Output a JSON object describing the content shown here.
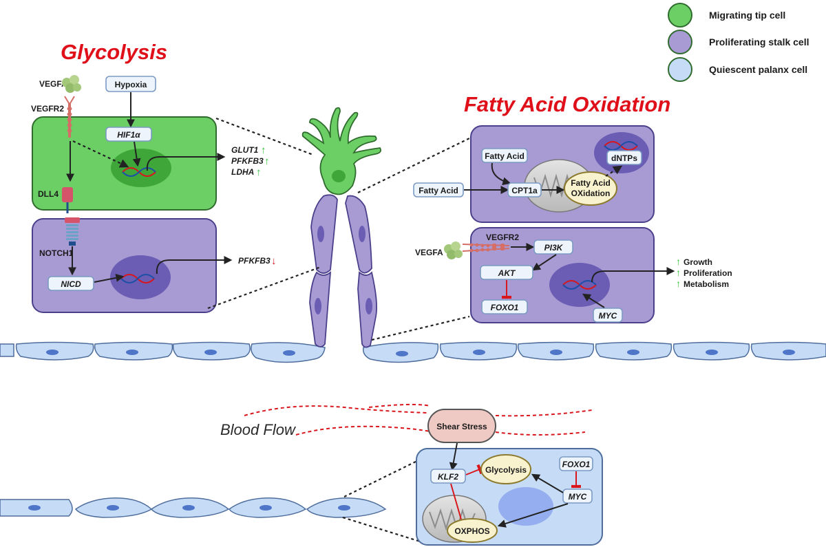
{
  "titles": {
    "glycolysis": "Glycolysis",
    "fao": "Fatty Acid Oxidation",
    "blood_flow": "Blood Flow"
  },
  "legend": [
    {
      "label": "Migrating tip cell",
      "color": "#6ccf66"
    },
    {
      "label": "Proliferating stalk cell",
      "color": "#a89bd4"
    },
    {
      "label": "Quiescent palanx cell",
      "color": "#c6dcf6"
    }
  ],
  "tip_panel": {
    "vegfa": "VEGFA",
    "vegfr2": "VEGFR2",
    "hypoxia": "Hypoxia",
    "hif1a": "HIF1α",
    "genes": [
      "GLUT1",
      "PFKFB3",
      "LDHA"
    ],
    "gene_arrows": "↑",
    "dll4": "DLL4"
  },
  "stalk_panel": {
    "notch1": "NOTCH1",
    "nicd": "NICD",
    "gene": "PFKFB3",
    "gene_arrow": "↓"
  },
  "fao_panel": {
    "fatty_acid_1": "Fatty Acid",
    "fatty_acid_2": "Fatty Acid",
    "cpt1a": "CPT1a",
    "fao_line1": "Fatty Acid",
    "fao_line2": "OXidation",
    "dntps": "dNTPs"
  },
  "vegfr_panel": {
    "vegfa": "VEGFA",
    "vegfr2": "VEGFR2",
    "pi3k": "PI3K",
    "akt": "AKT",
    "foxo1": "FOXO1",
    "myc": "MYC",
    "outcomes": [
      "Growth",
      "Proliferation",
      "Metabolism"
    ],
    "outcome_arrow": "↑"
  },
  "flow_panel": {
    "shear": "Shear Stress",
    "klf2": "KLF2",
    "glycolysis": "Glycolysis",
    "foxo1": "FOXO1",
    "myc": "MYC",
    "oxphos": "OXPHOS"
  }
}
